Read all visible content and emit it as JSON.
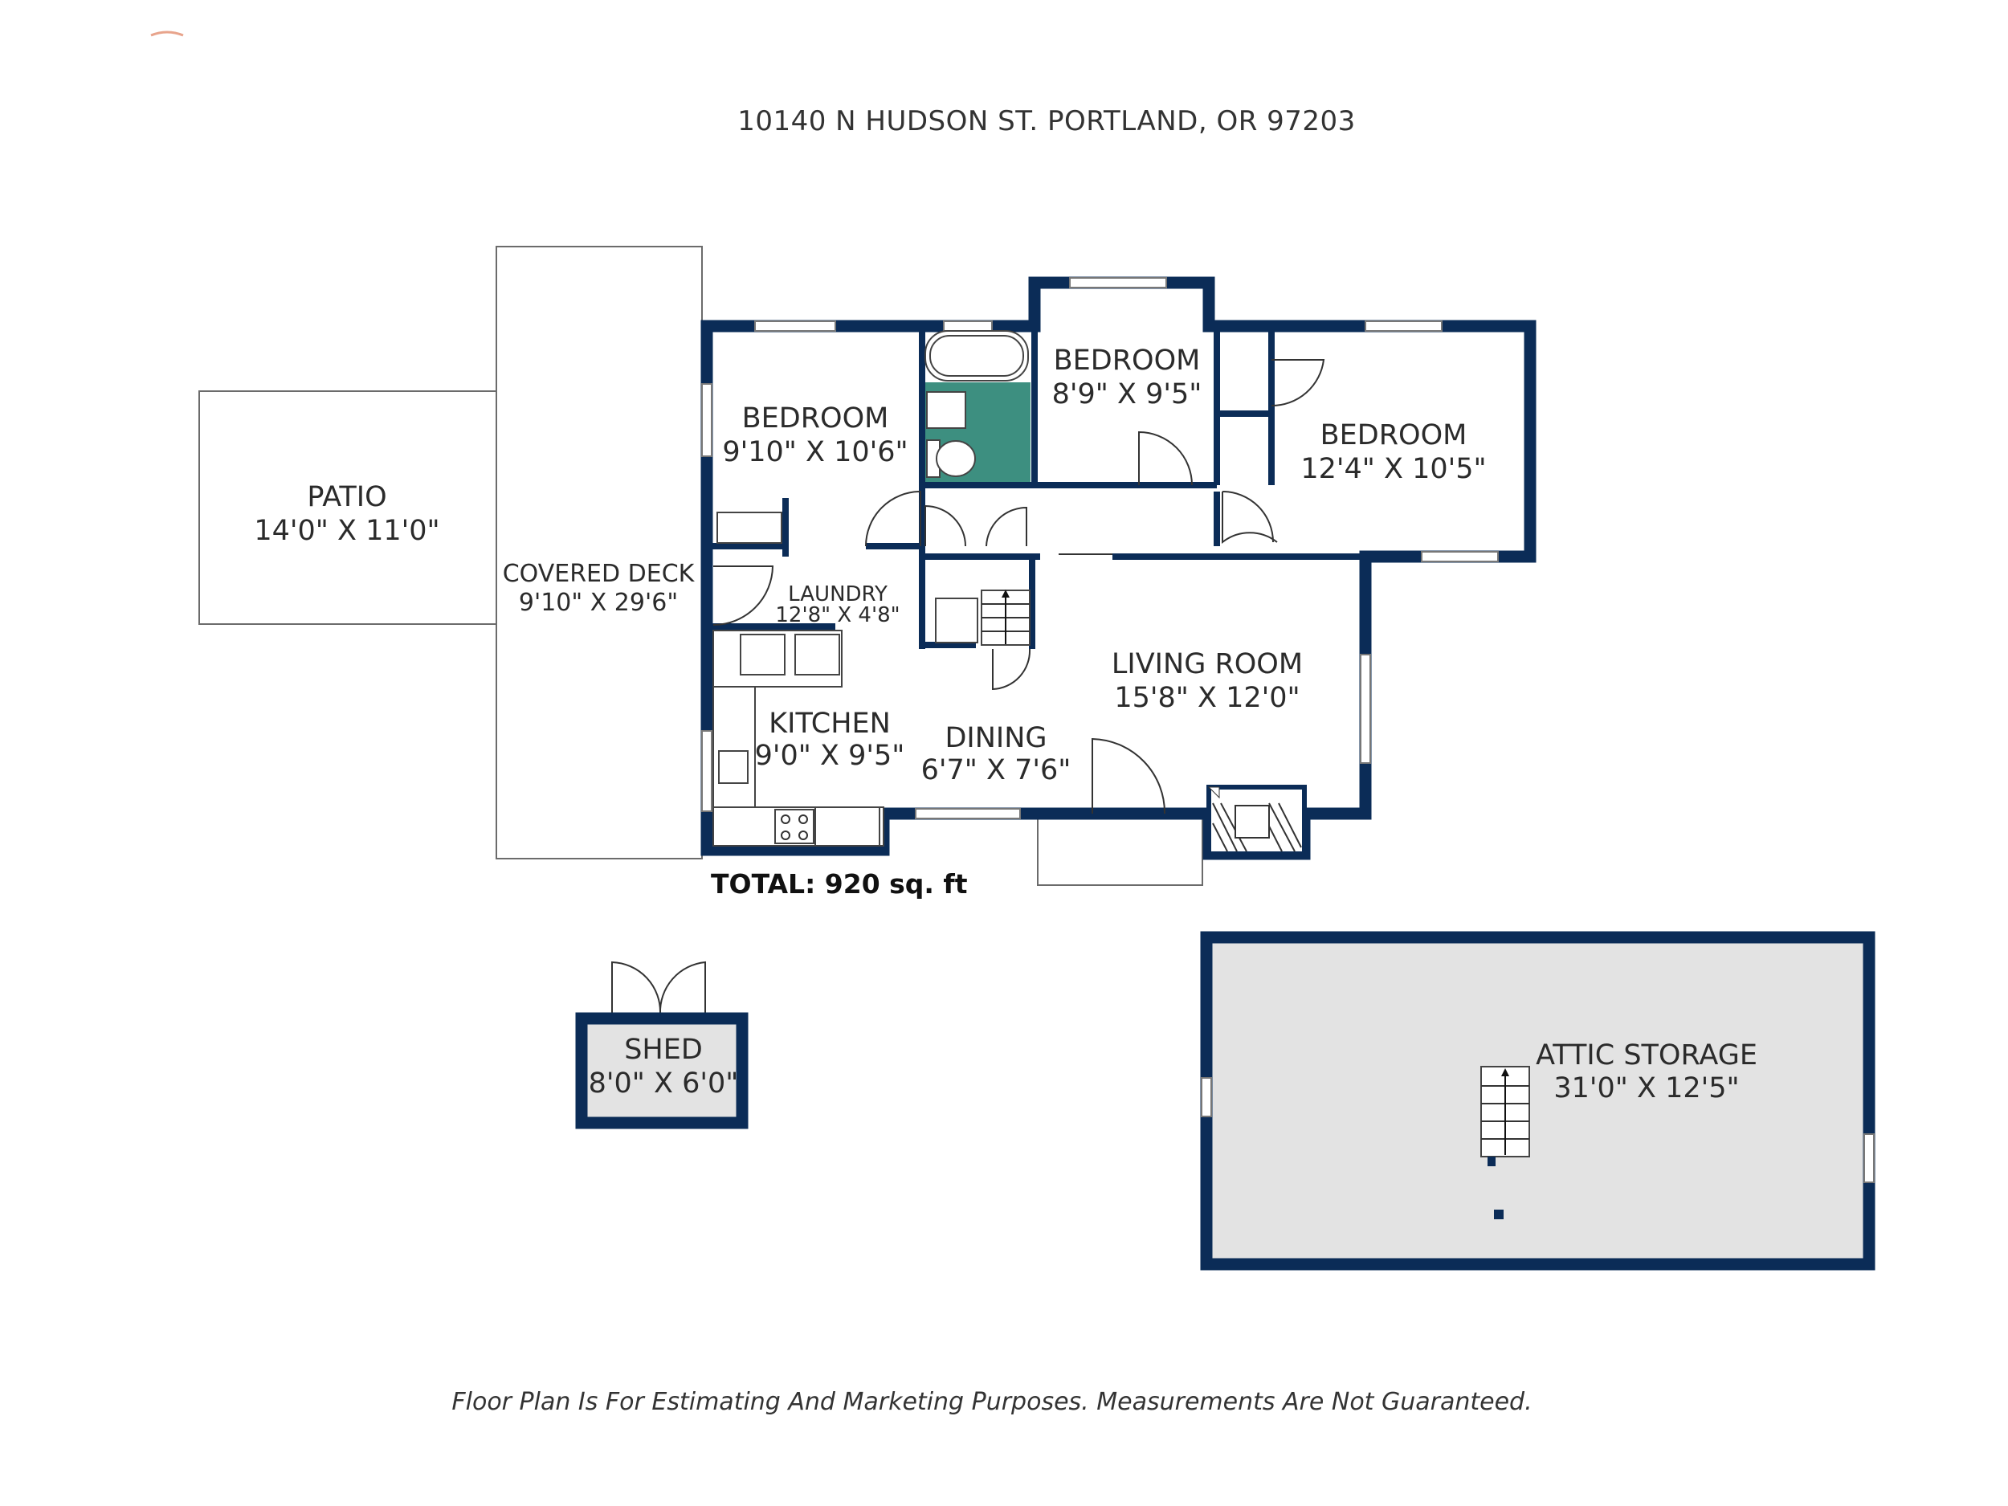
{
  "header": {
    "address": "10140 N HUDSON ST. PORTLAND, OR 97203"
  },
  "colors": {
    "wall": "#0b2c57",
    "bath_floor": "#3d8f80",
    "attic_floor": "#e3e3e3",
    "shed_floor": "#e3e3e3"
  },
  "rooms": {
    "patio": {
      "name": "PATIO",
      "dims": "14'0\" X 11'0\""
    },
    "covered_deck": {
      "name": "COVERED DECK",
      "dims": "9'10\" X 29'6\""
    },
    "bedroom_1": {
      "name": "BEDROOM",
      "dims": "9'10\" X 10'6\""
    },
    "bedroom_2": {
      "name": "BEDROOM",
      "dims": "8'9\" X 9'5\""
    },
    "bedroom_3": {
      "name": "BEDROOM",
      "dims": "12'4\" X 10'5\""
    },
    "laundry": {
      "name": "LAUNDRY",
      "dims": "12'8\" X 4'8\""
    },
    "living_room": {
      "name": "LIVING ROOM",
      "dims": "15'8\" X 12'0\""
    },
    "kitchen": {
      "name": "KITCHEN",
      "dims": "9'0\" X 9'5\""
    },
    "dining": {
      "name": "DINING",
      "dims": "6'7\" X 7'6\""
    },
    "shed": {
      "name": "SHED",
      "dims": "8'0\" X 6'0\""
    },
    "attic_storage": {
      "name": "ATTIC STORAGE",
      "dims": "31'0\" X 12'5\""
    }
  },
  "summary": {
    "total": "TOTAL: 920 sq. ft"
  },
  "footer": {
    "disclaimer": "Floor Plan Is For Estimating And Marketing Purposes. Measurements Are Not Guaranteed."
  }
}
